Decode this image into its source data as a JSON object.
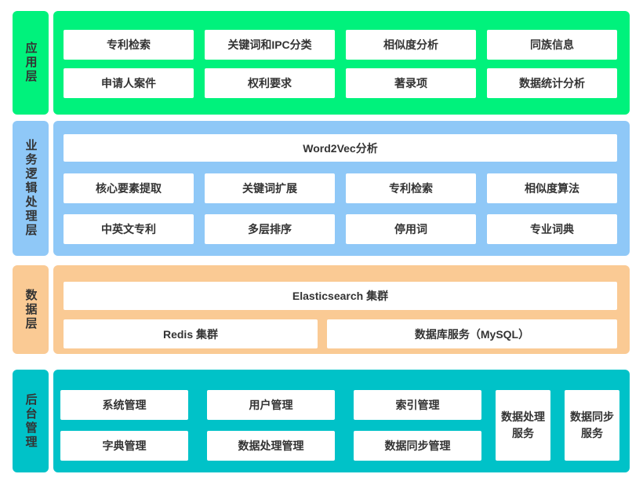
{
  "page": {
    "background": "#FFFFFF",
    "text_color": "#333333"
  },
  "layers": [
    {
      "id": "application",
      "label": "应用层",
      "color": "#00F27C",
      "rows": [
        [
          "专利检索",
          "关键词和IPC分类",
          "相似度分析",
          "同族信息"
        ],
        [
          "申请人案件",
          "权利要求",
          "著录项",
          "数据统计分析"
        ]
      ]
    },
    {
      "id": "business-logic",
      "label": "业务逻辑处理层",
      "color": "#8FC8F7",
      "full_width": "Word2Vec分析",
      "rows": [
        [
          "核心要素提取",
          "关键词扩展",
          "专利检索",
          "相似度算法"
        ],
        [
          "中英文专利",
          "多层排序",
          "停用词",
          "专业词典"
        ]
      ]
    },
    {
      "id": "data-layer",
      "label": "数据层",
      "color": "#FACA94",
      "full_width": "Elasticsearch 集群",
      "rows": [
        [
          "Redis 集群",
          "数据库服务（MySQL）"
        ]
      ]
    },
    {
      "id": "admin",
      "label": "后台管理",
      "color": "#00C2C8",
      "rows": [
        [
          "系统管理",
          "用户管理",
          "索引管理"
        ],
        [
          "字典管理",
          "数据处理管理",
          "数据同步管理"
        ]
      ],
      "tall": [
        "数据处理服务",
        "数据同步服务"
      ]
    }
  ]
}
